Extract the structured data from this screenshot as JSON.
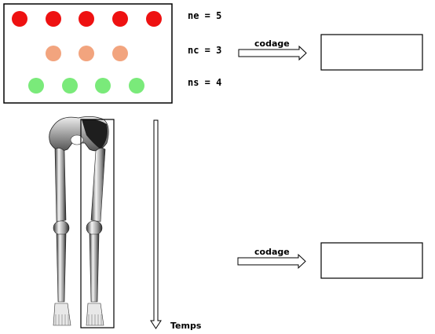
{
  "counts": {
    "ne": "ne = 5",
    "nc": "nc = 3",
    "ns": "ns = 4"
  },
  "dots": {
    "ne": {
      "count": 5,
      "color": "#ee1111"
    },
    "nc": {
      "count": 3,
      "color": "#f2a47e"
    },
    "ns": {
      "count": 4,
      "color": "#7aea7a"
    }
  },
  "arrows": {
    "top_label": "codage",
    "bottom_label": "codage"
  },
  "time_axis": {
    "label": "Temps"
  }
}
